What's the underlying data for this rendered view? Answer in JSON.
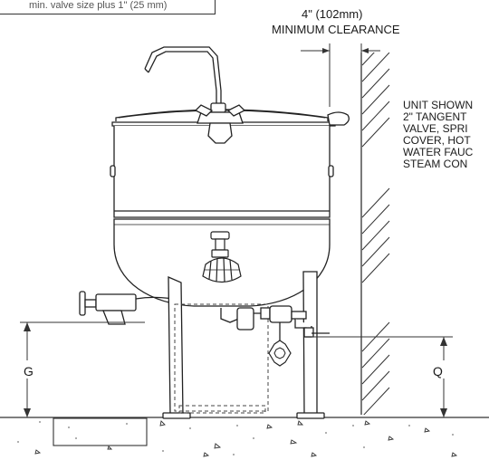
{
  "install_note": "min. valve size plus 1\" (25 mm)",
  "clearance": {
    "dimension": "4\" (102mm)",
    "caption": "MINIMUM CLEARANCE"
  },
  "unit_note": {
    "lines": [
      "UNIT SHOWN",
      "2\" TANGENT",
      "VALVE, SPRI",
      "COVER, HOT",
      "WATER FAUC",
      "STEAM CON"
    ]
  },
  "dimensions": {
    "g": "G",
    "q": "Q"
  }
}
